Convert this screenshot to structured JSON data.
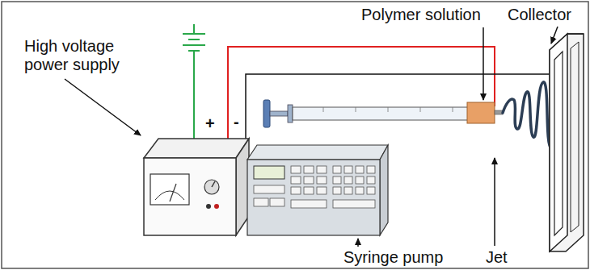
{
  "diagram": {
    "labels": [
      "Polymer solution",
      "Collector",
      "High voltage power supply",
      "+",
      "-",
      "Syringe pump",
      "Jet"
    ]
  }
}
